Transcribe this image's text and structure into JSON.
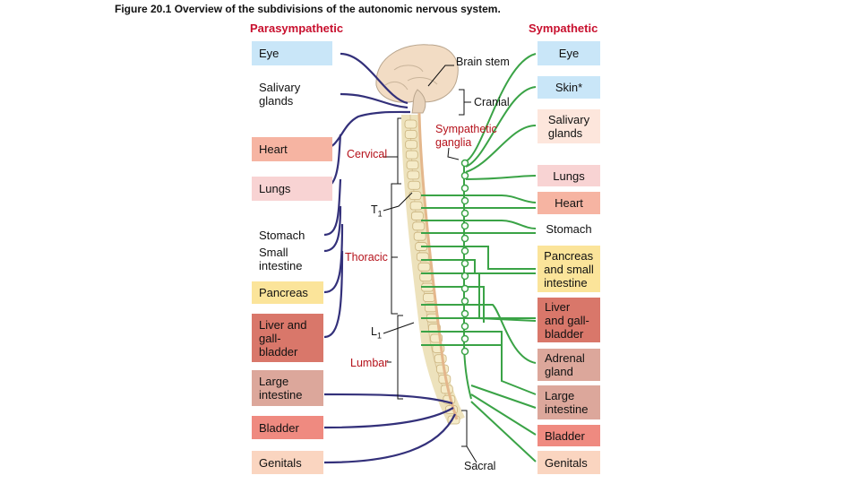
{
  "figure_title": "Figure 20.1  Overview of the subdivisions of the autonomic nervous system.",
  "headers": {
    "parasympathetic": "Parasympathetic",
    "sympathetic": "Sympathetic"
  },
  "labels": {
    "brain_stem": "Brain stem",
    "cranial": "Cranial",
    "sympathetic_ganglia": "Sympathetic\nganglia",
    "cervical": "Cervical",
    "t1": "T",
    "t1_sub": "1",
    "thoracic": "Thoracic",
    "l1": "L",
    "l1_sub": "1",
    "lumbar": "Lumbar",
    "sacral": "Sacral"
  },
  "parasympathetic_organs": [
    {
      "name": "Eye",
      "color": "#c9e6f8"
    },
    {
      "name": "Salivary\nglands",
      "color": "#ffffff"
    },
    {
      "name": "Heart",
      "color": "#f6b4a2"
    },
    {
      "name": "Lungs",
      "color": "#f8d3d3"
    },
    {
      "name": "Stomach",
      "color": "#ffffff"
    },
    {
      "name": "Small\nintestine",
      "color": "#ffffff"
    },
    {
      "name": "Pancreas",
      "color": "#fbe49a"
    },
    {
      "name": "Liver and\ngall-\nbladder",
      "color": "#d9776a"
    },
    {
      "name": "Large\nintestine",
      "color": "#dca79b"
    },
    {
      "name": "Bladder",
      "color": "#ef8a80"
    },
    {
      "name": "Genitals",
      "color": "#fad5c0"
    }
  ],
  "sympathetic_organs": [
    {
      "name": "Eye",
      "color": "#c9e6f8"
    },
    {
      "name": "Skin*",
      "color": "#c9e6f8"
    },
    {
      "name": "Salivary\nglands",
      "color": "#fde6dc"
    },
    {
      "name": "Lungs",
      "color": "#f8d3d3"
    },
    {
      "name": "Heart",
      "color": "#f6b4a2"
    },
    {
      "name": "Stomach",
      "color": "#ffffff"
    },
    {
      "name": "Pancreas\nand small\nintestine",
      "color": "#fbe49a"
    },
    {
      "name": "Liver\nand gall-\nbladder",
      "color": "#d9776a"
    },
    {
      "name": "Adrenal\ngland",
      "color": "#dca79b"
    },
    {
      "name": "Large\nintestine",
      "color": "#dca79b"
    },
    {
      "name": "Bladder",
      "color": "#ef8a80"
    },
    {
      "name": "Genitals",
      "color": "#fad5c0"
    }
  ],
  "colors": {
    "parasympathetic_nerve": "#33307a",
    "sympathetic_nerve": "#3aa346",
    "header_red": "#c8102e",
    "brain": "#f2dcc4",
    "vertebra": "#f5ebc8"
  }
}
